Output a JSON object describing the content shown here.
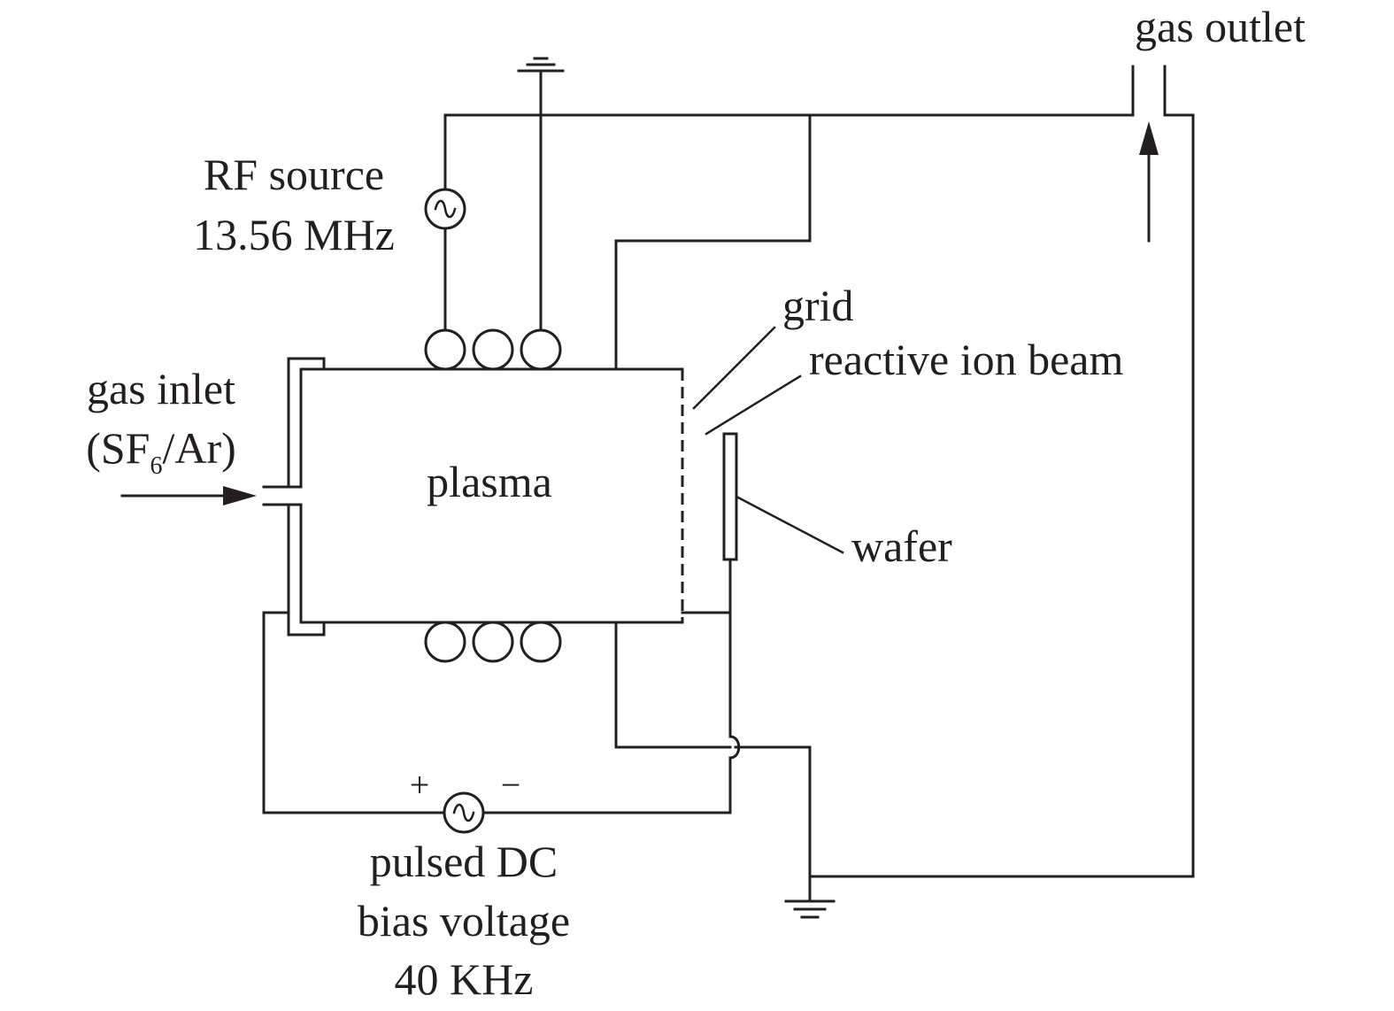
{
  "labels": {
    "gas_outlet": "gas outlet",
    "rf_source_line1": "RF source",
    "rf_source_line2": "13.56 MHz",
    "grid": "grid",
    "reactive_ion_beam": "reactive ion beam",
    "gas_inlet_line1": "gas inlet",
    "gas_inlet_open": "(SF",
    "gas_inlet_sub": "6",
    "gas_inlet_close": "/Ar)",
    "plasma": "plasma",
    "wafer": "wafer",
    "plus": "+",
    "minus": "−",
    "bias_line1": "pulsed DC",
    "bias_line2": "bias voltage",
    "bias_line3": "40 KHz"
  },
  "icons": {
    "ground": "ground-icon",
    "ac_source": "ac-source-icon",
    "coil": "coil-icon",
    "arrow": "arrow-icon"
  },
  "colors": {
    "line": "#231f20",
    "background": "#ffffff"
  }
}
